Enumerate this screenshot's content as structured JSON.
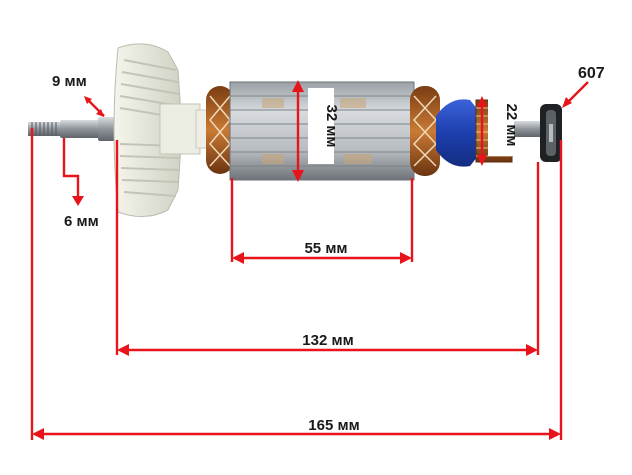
{
  "labels": {
    "shaft_diameter": "9 мм",
    "thread_diameter": "6 мм",
    "core_diameter": "32 мм",
    "commutator_diameter": "22 мм",
    "bearing": "607",
    "core_length": "55 мм",
    "fan_to_bearing_length": "132 мм",
    "total_length": "165 мм"
  },
  "colors": {
    "dimension_line": "#e8141c",
    "label_text": "#1a1a1a",
    "copper": "#b5651d",
    "steel": "#9a9fa5",
    "fan": "#eef0e4",
    "insulation": "#2146b8"
  }
}
